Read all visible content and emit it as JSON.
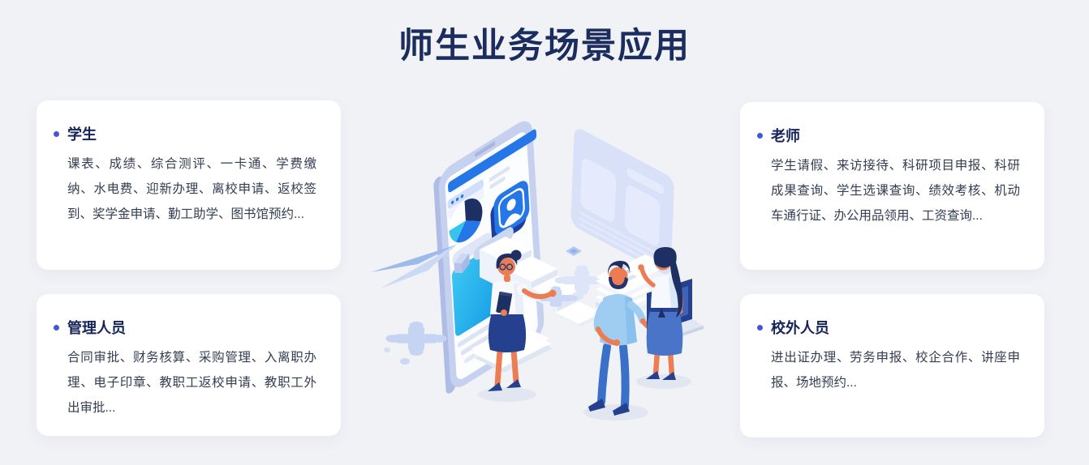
{
  "page": {
    "title": "师生业务场景应用",
    "colors": {
      "background": "#f1f2f6",
      "card": "#ffffff",
      "title": "#1b2c5f",
      "heading": "#15255c",
      "body": "#333e52",
      "bullet": "#4355dc",
      "accent_blue": "#2577e8",
      "accent_cyan": "#35c3f0",
      "accent_navy": "#1d2f63"
    }
  },
  "cards": [
    {
      "id": "student",
      "title": "学生",
      "description": "课表、成绩、综合测评、一卡通、学费缴纳、水电费、迎新办理、离校申请、返校签到、奖学金申请、勤工助学、图书馆预约..."
    },
    {
      "id": "teacher",
      "title": "老师",
      "description": "学生请假、来访接待、科研项目申报、科研成果查询、学生选课查询、绩效考核、机动车通行证、办公用品领用、工资查询..."
    },
    {
      "id": "admin",
      "title": "管理人员",
      "description": "合同审批、财务核算、采购管理、入离职办理、电子印章、教职工返校申请、教职工外出审批..."
    },
    {
      "id": "external",
      "title": "校外人员",
      "description": "进出证办理、劳务申报、校企合作、讲座申报、场地预约..."
    }
  ],
  "illustration": {
    "name": "isometric-campus-digital-services",
    "elements": [
      "smartphone-dashboard",
      "browser-panel",
      "pie-chart",
      "contact-card",
      "paper-plane",
      "stairs",
      "paper-stacks",
      "puzzle-pieces",
      "three-people",
      "laptop"
    ]
  }
}
